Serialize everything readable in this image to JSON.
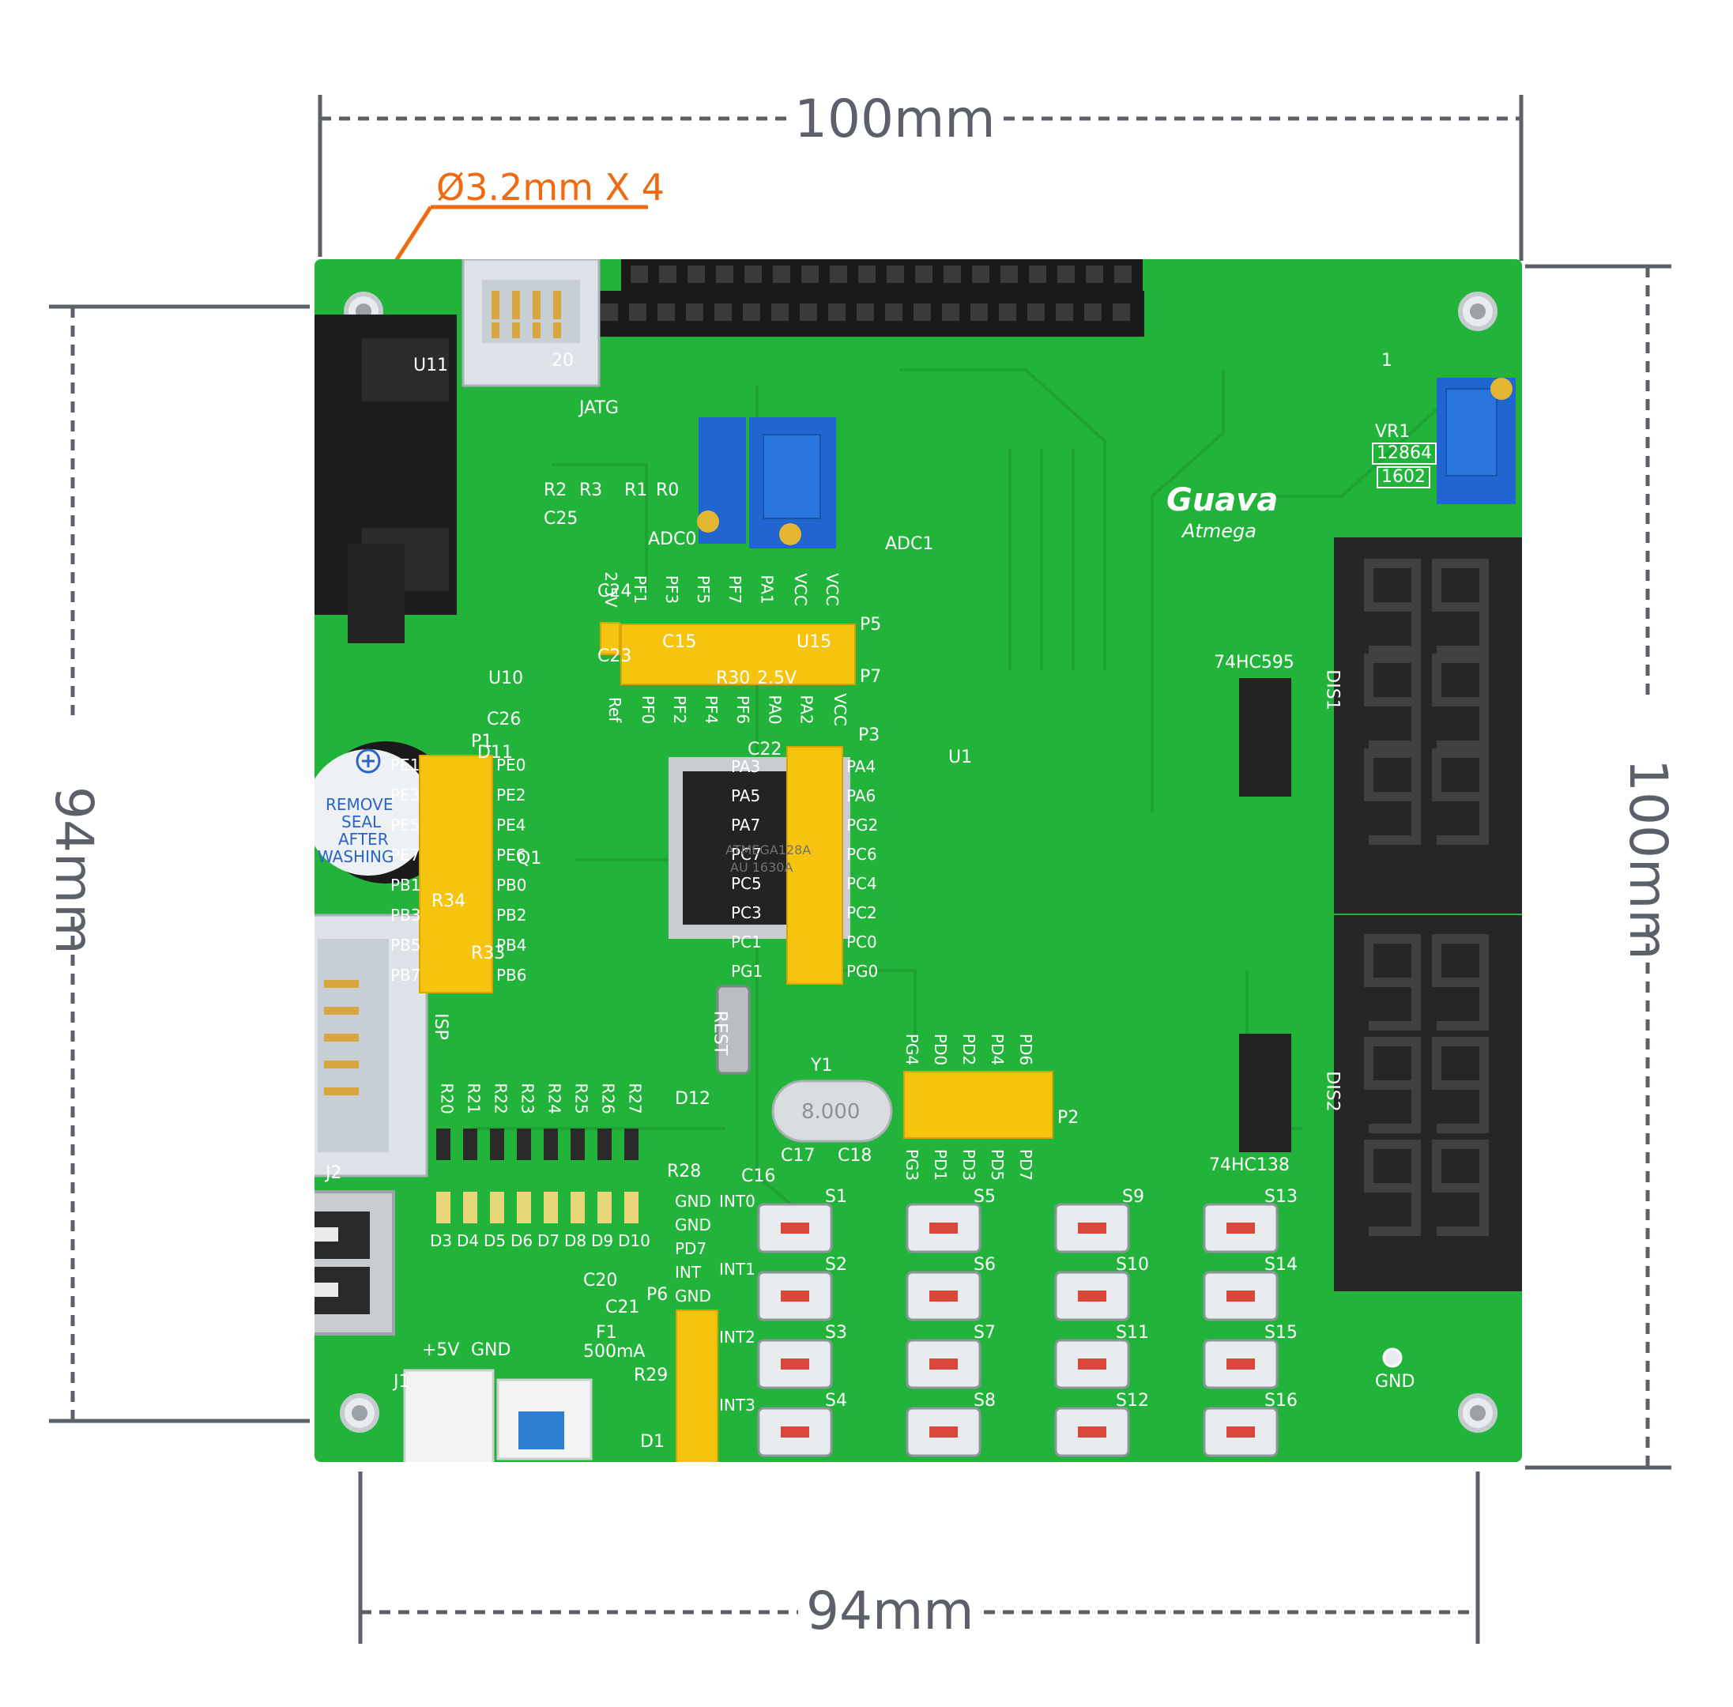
{
  "dimensions": {
    "top_width": "100mm",
    "bottom_width": "94mm",
    "left_height": "94mm",
    "right_height": "100mm",
    "mounting_hole": "Ø3.2mm X 4"
  },
  "board": {
    "brand": "Guava",
    "model": "Atmega",
    "mcu_marking": [
      "ATMEGA128A",
      "AU 1630A"
    ],
    "labels": {
      "jtag": "JATG",
      "isp": "ISP",
      "buzzer_line1": "REMOVE",
      "buzzer_line2": "SEAL",
      "buzzer_line3": "AFTER",
      "buzzer_line4": "WASHING",
      "reset": "REST",
      "crystal": "8.000",
      "crystal_ref": "Y1",
      "fuse": "500mA",
      "power_5v": "+5V",
      "power_gnd": "GND",
      "gnd_right": "GND",
      "ic_595": "74HC595",
      "ic_138": "74HC138",
      "vr1": "VR1",
      "lcd_12864": "12864",
      "lcd_1602": "1602",
      "adc0": "ADC0",
      "adc1": "ADC1",
      "ref_25v": "2.5V",
      "u1": "U1",
      "u11": "U11",
      "u10": "U10",
      "u15": "U15",
      "dis1": "DIS1",
      "dis2": "DIS2",
      "p1": "P1",
      "p2": "P2",
      "p3": "P3",
      "p5": "P5",
      "p6": "P6",
      "p7": "P7",
      "j1": "J1",
      "j2": "J2",
      "f1": "F1",
      "d1": "D1",
      "d11": "D11",
      "d12": "D12",
      "q1": "Q1",
      "r28": "R28",
      "r29": "R29",
      "r30": "R30",
      "r33": "R33",
      "r34": "R34",
      "c15": "C15",
      "c16": "C16",
      "c17": "C17",
      "c18": "C18",
      "c20": "C20",
      "c21": "C21",
      "c22": "C22",
      "c23": "C23",
      "c24": "C24",
      "c25": "C25",
      "c26": "C26",
      "pin20": "20",
      "pin1": "1"
    },
    "jtag_resistors": [
      "R2",
      "R3",
      "R1",
      "R0"
    ],
    "p1_left": [
      "PE1",
      "PE3",
      "PE5",
      "PE7",
      "PB1",
      "PB3",
      "PB5",
      "PB7"
    ],
    "p1_right": [
      "PE0",
      "PE2",
      "PE4",
      "PE6",
      "PB0",
      "PB2",
      "PB4",
      "PB6"
    ],
    "p3_left": [
      "PA3",
      "PA5",
      "PA7",
      "PC7",
      "PC5",
      "PC3",
      "PC1",
      "PG1"
    ],
    "p3_right": [
      "PA4",
      "PA6",
      "PG2",
      "PC6",
      "PC4",
      "PC2",
      "PC0",
      "PG0"
    ],
    "p5_top": [
      "2.5V",
      "PF1",
      "PF3",
      "PF5",
      "PF7",
      "PA1",
      "VCC",
      "VCC"
    ],
    "p7_bottom": [
      "Ref",
      "PF0",
      "PF2",
      "PF4",
      "PF6",
      "PA0",
      "PA2",
      "VCC"
    ],
    "p2_top": [
      "PG4",
      "PD0",
      "PD2",
      "PD4",
      "PD6"
    ],
    "p2_bottom": [
      "PG3",
      "PD1",
      "PD3",
      "PD5",
      "PD7"
    ],
    "p6_pins": [
      "GND",
      "GND",
      "PD7",
      "INT",
      "GND"
    ],
    "int_labels": [
      "INT0",
      "INT1",
      "INT2",
      "INT3"
    ],
    "led_resistors": [
      "R20",
      "R21",
      "R22",
      "R23",
      "R24",
      "R25",
      "R26",
      "R27"
    ],
    "leds": [
      "D3",
      "D4",
      "D5",
      "D6",
      "D7",
      "D8",
      "D9",
      "D10"
    ],
    "switches": [
      "S1",
      "S2",
      "S3",
      "S4",
      "S5",
      "S6",
      "S7",
      "S8",
      "S9",
      "S10",
      "S11",
      "S12",
      "S13",
      "S14",
      "S15",
      "S16"
    ]
  },
  "colors": {
    "pcb": "#22b43a",
    "dimension_line": "#5c6068",
    "hole_callout": "#ef6a10",
    "header_yellow": "#f6c30f",
    "silkscreen": "#ffffff"
  }
}
